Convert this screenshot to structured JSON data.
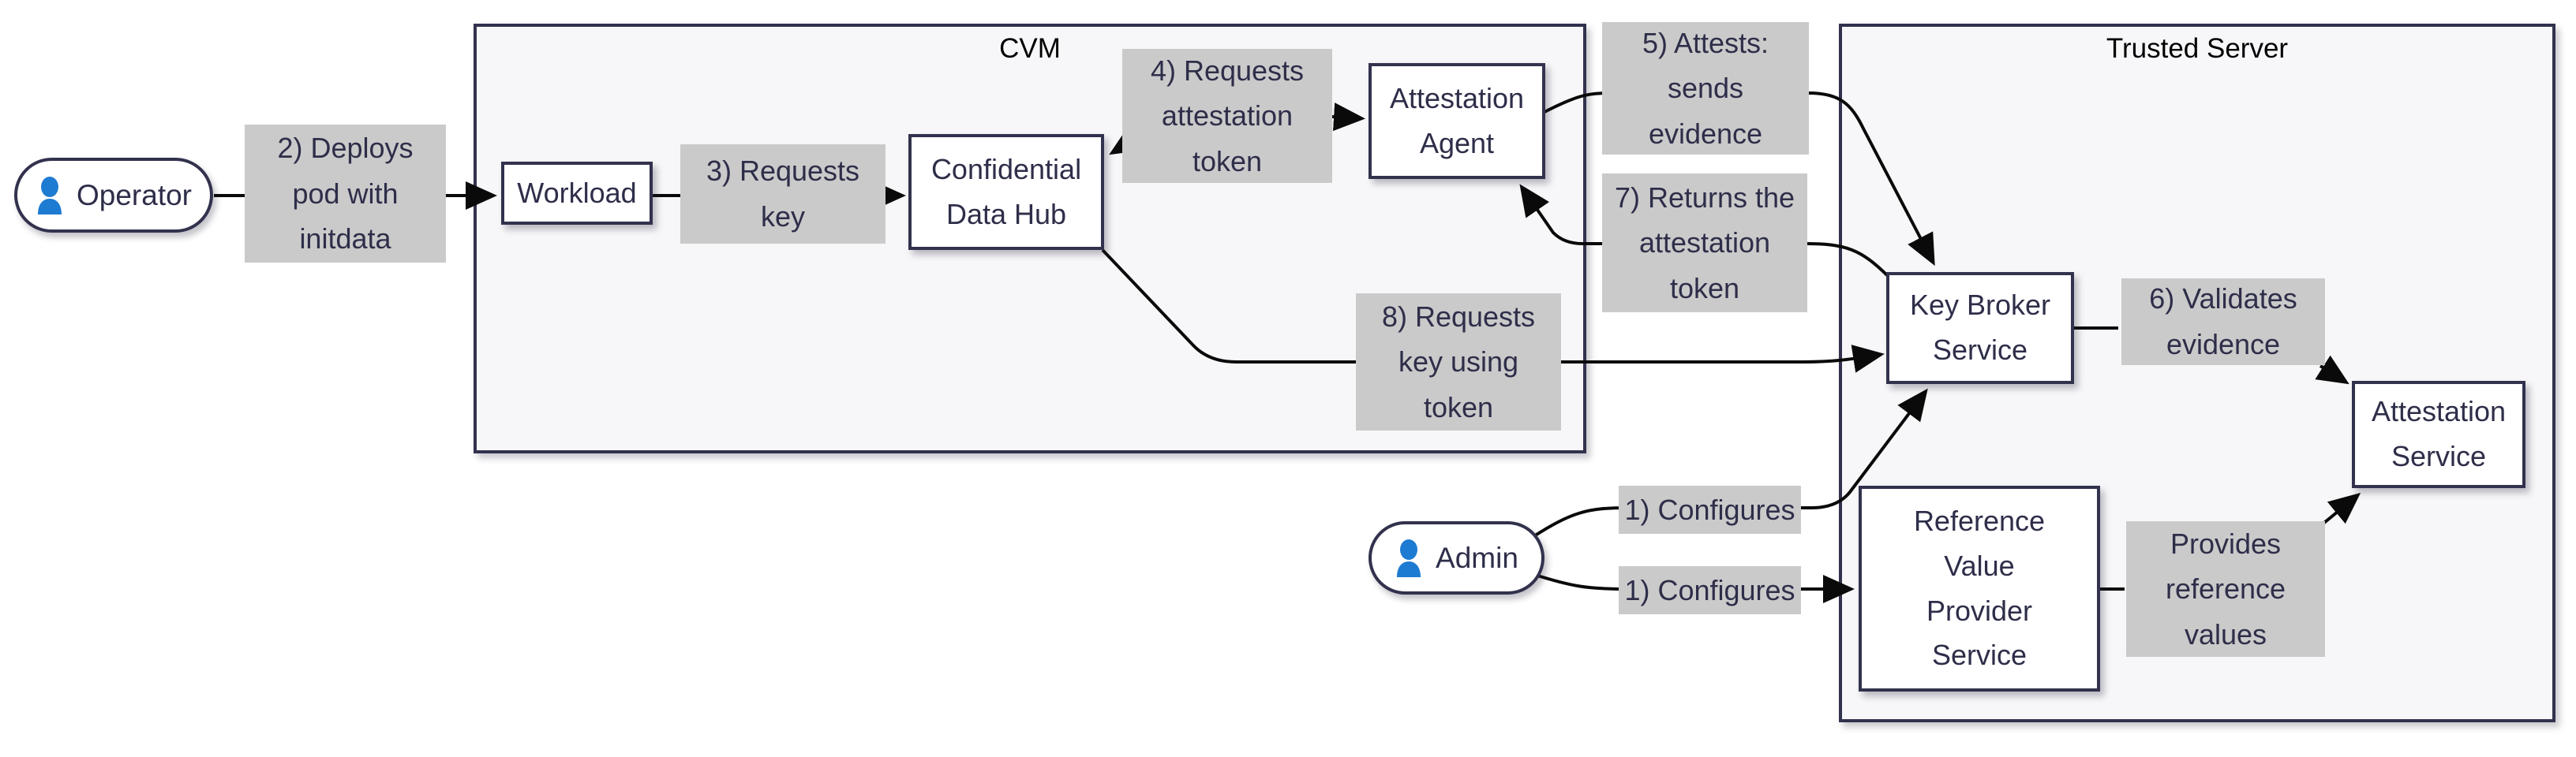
{
  "colors": {
    "accent_navy": "#32324e",
    "text_navy": "#2e2e4a",
    "label_gray": "#cacaca",
    "container_fill": "#f7f7f9",
    "edge_black": "#0a0a0a",
    "icon_blue": "#1e7bd2",
    "title_black": "#000000",
    "node_fill": "#ffffff"
  },
  "containers": {
    "cvm": {
      "title": "CVM"
    },
    "trusted_server": {
      "title": "Trusted Server"
    }
  },
  "actors": {
    "operator": {
      "label": "Operator",
      "icon": "person-icon"
    },
    "admin": {
      "label": "Admin",
      "icon": "person-icon"
    }
  },
  "nodes": {
    "workload": {
      "label": "Workload"
    },
    "confidential_data_hub": {
      "label": "Confidential\nData Hub"
    },
    "attestation_agent": {
      "label": "Attestation\nAgent"
    },
    "key_broker_service": {
      "label": "Key Broker\nService"
    },
    "attestation_service": {
      "label": "Attestation\nService"
    },
    "reference_value_provider_service": {
      "label": "Reference\nValue\nProvider\nService"
    }
  },
  "edge_labels": {
    "step2": {
      "label": "2) Deploys\npod with\ninitdata"
    },
    "step3": {
      "label": "3) Requests\nkey"
    },
    "step4": {
      "label": "4) Requests\nattestation\ntoken"
    },
    "step5": {
      "label": "5) Attests:\nsends\nevidence"
    },
    "step6": {
      "label": "6) Validates\nevidence"
    },
    "step7": {
      "label": "7) Returns the\nattestation\ntoken"
    },
    "step8": {
      "label": "8) Requests\nkey using\ntoken"
    },
    "config_kbs": {
      "label": "1) Configures"
    },
    "config_rvps": {
      "label": "1) Configures"
    },
    "provides_reference_values": {
      "label": "Provides\nreference\nvalues"
    }
  }
}
